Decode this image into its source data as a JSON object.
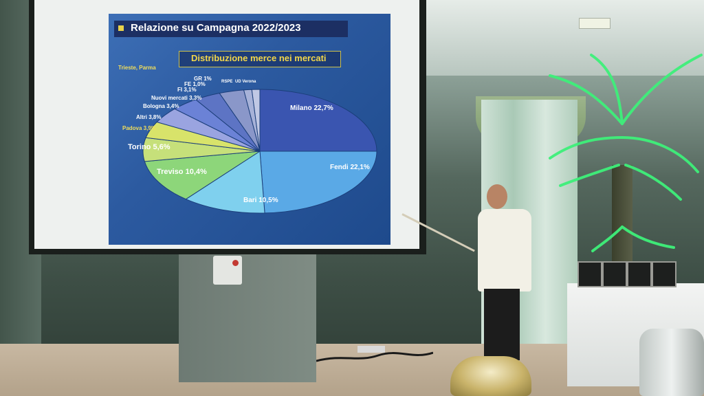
{
  "slide": {
    "title": "Relazione su Campagna 2022/2023",
    "chart_title": "Distribuzione merce nei mercati"
  },
  "chart_data": {
    "type": "pie",
    "title": "Distribuzione merce nei mercati",
    "slices": [
      {
        "label": "Milano 22,7%",
        "value": 22.7
      },
      {
        "label": "Fendi 22,1%",
        "value": 22.1
      },
      {
        "label": "Bari 10,5%",
        "value": 10.5
      },
      {
        "label": "Treviso 10,4%",
        "value": 10.4
      },
      {
        "label": "Torino 5,6%",
        "value": 5.6
      },
      {
        "label": "Padova 3,9%",
        "value": 3.9
      },
      {
        "label": "Altri 3,8%",
        "value": 3.8
      },
      {
        "label": "Bologna 3,4%",
        "value": 3.4
      },
      {
        "label": "Nuovi mercati 3,3%",
        "value": 3.3
      },
      {
        "label": "FI 3,1%",
        "value": 3.1
      },
      {
        "label": "FE 1,0%",
        "value": 1.0
      },
      {
        "label": "GR 1%",
        "value": 1.0
      }
    ],
    "extra_labels": [
      "Trieste, Parma",
      "RSPE",
      "UD Verona"
    ],
    "colors": [
      "#3a55b0",
      "#5aa9e6",
      "#7fd0ee",
      "#8dd67a",
      "#c6e07a",
      "#d8e36a",
      "#9aa4e0",
      "#6b82d6",
      "#5d74c4",
      "#8a97c9",
      "#a7b2d8",
      "#c0c8e4"
    ]
  }
}
